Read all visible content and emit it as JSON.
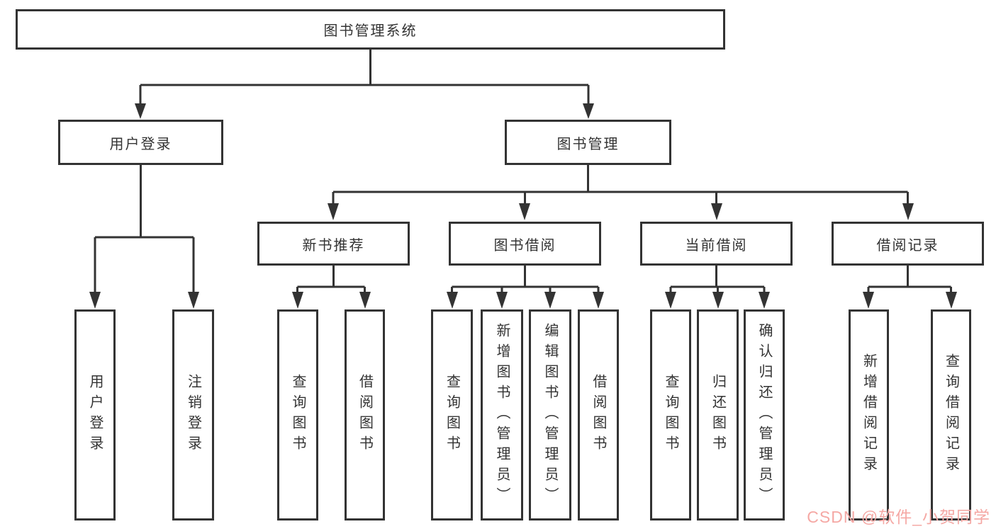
{
  "tree": {
    "label": "图书管理系统",
    "children": [
      {
        "label": "用户登录",
        "children": [
          {
            "label": "用户登录"
          },
          {
            "label": "注销登录"
          }
        ]
      },
      {
        "label": "图书管理",
        "children": [
          {
            "label": "新书推荐",
            "children": [
              {
                "label": "查询图书"
              },
              {
                "label": "借阅图书"
              }
            ]
          },
          {
            "label": "图书借阅",
            "children": [
              {
                "label": "查询图书"
              },
              {
                "label": "新增图书（管理员）"
              },
              {
                "label": "编辑图书（管理员）"
              },
              {
                "label": "借阅图书"
              }
            ]
          },
          {
            "label": "当前借阅",
            "children": [
              {
                "label": "查询图书"
              },
              {
                "label": "归还图书"
              },
              {
                "label": "确认归还（管理员）"
              }
            ]
          },
          {
            "label": "借阅记录",
            "children": [
              {
                "label": "新增借阅记录"
              },
              {
                "label": "查询借阅记录"
              }
            ]
          }
        ]
      }
    ]
  },
  "watermark": {
    "text": "CSDN @软件_小贺同学",
    "color": "#f5a8a4"
  },
  "colors": {
    "line": "#333333",
    "box_background": "#ffffff",
    "text": "#333333",
    "page_background": "#ffffff"
  }
}
